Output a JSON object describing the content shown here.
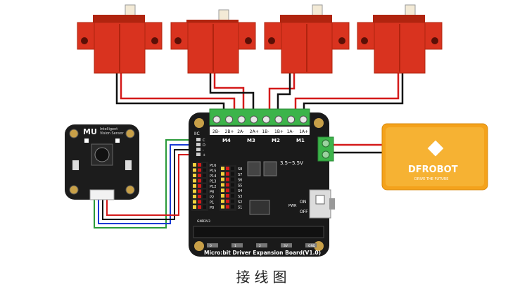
{
  "caption": "接线图",
  "board": {
    "title": "Micro:bit Driver Expansion Board(V1.0)",
    "motor_ports": [
      "M4",
      "M3",
      "M2",
      "M1"
    ],
    "motor_pins": [
      "2B-",
      "2B+",
      "2A-",
      "2A+",
      "1B-",
      "1B+",
      "1A-",
      "1A+"
    ],
    "voltage": "3.5~5.5V",
    "iic_label": "IIC",
    "iic_pins": [
      "C",
      "D",
      "-",
      "+"
    ],
    "left_pins": [
      "P16",
      "P15",
      "P14",
      "P13",
      "P12",
      "P8",
      "P2",
      "P1",
      "P0"
    ],
    "servo_pins": [
      "S8",
      "S7",
      "S6",
      "S5",
      "S4",
      "S3",
      "S2",
      "S1"
    ],
    "switch_on": "ON",
    "switch_off": "OFF",
    "pwr": "PWR",
    "bottom_labels": [
      "0",
      "1",
      "2",
      "3V",
      "GND"
    ],
    "bottom_row": [
      "GND",
      "3V3"
    ]
  },
  "sensor": {
    "logo": "MU",
    "name_line1": "Intelligent",
    "name_line2": "Vision Sensor"
  },
  "battery": {
    "brand": "DFROBOT",
    "slogan": "DRIVE THE FUTURE"
  },
  "colors": {
    "servo": "#d9331f",
    "servo_dark": "#b0240f",
    "board": "#1a1a1a",
    "terminal": "#3cb44a",
    "battery": "#f4a21b",
    "wire_red": "#d41a1a",
    "wire_black": "#111111",
    "wire_green": "#2a9a3a",
    "wire_blue": "#1a3ad4"
  }
}
